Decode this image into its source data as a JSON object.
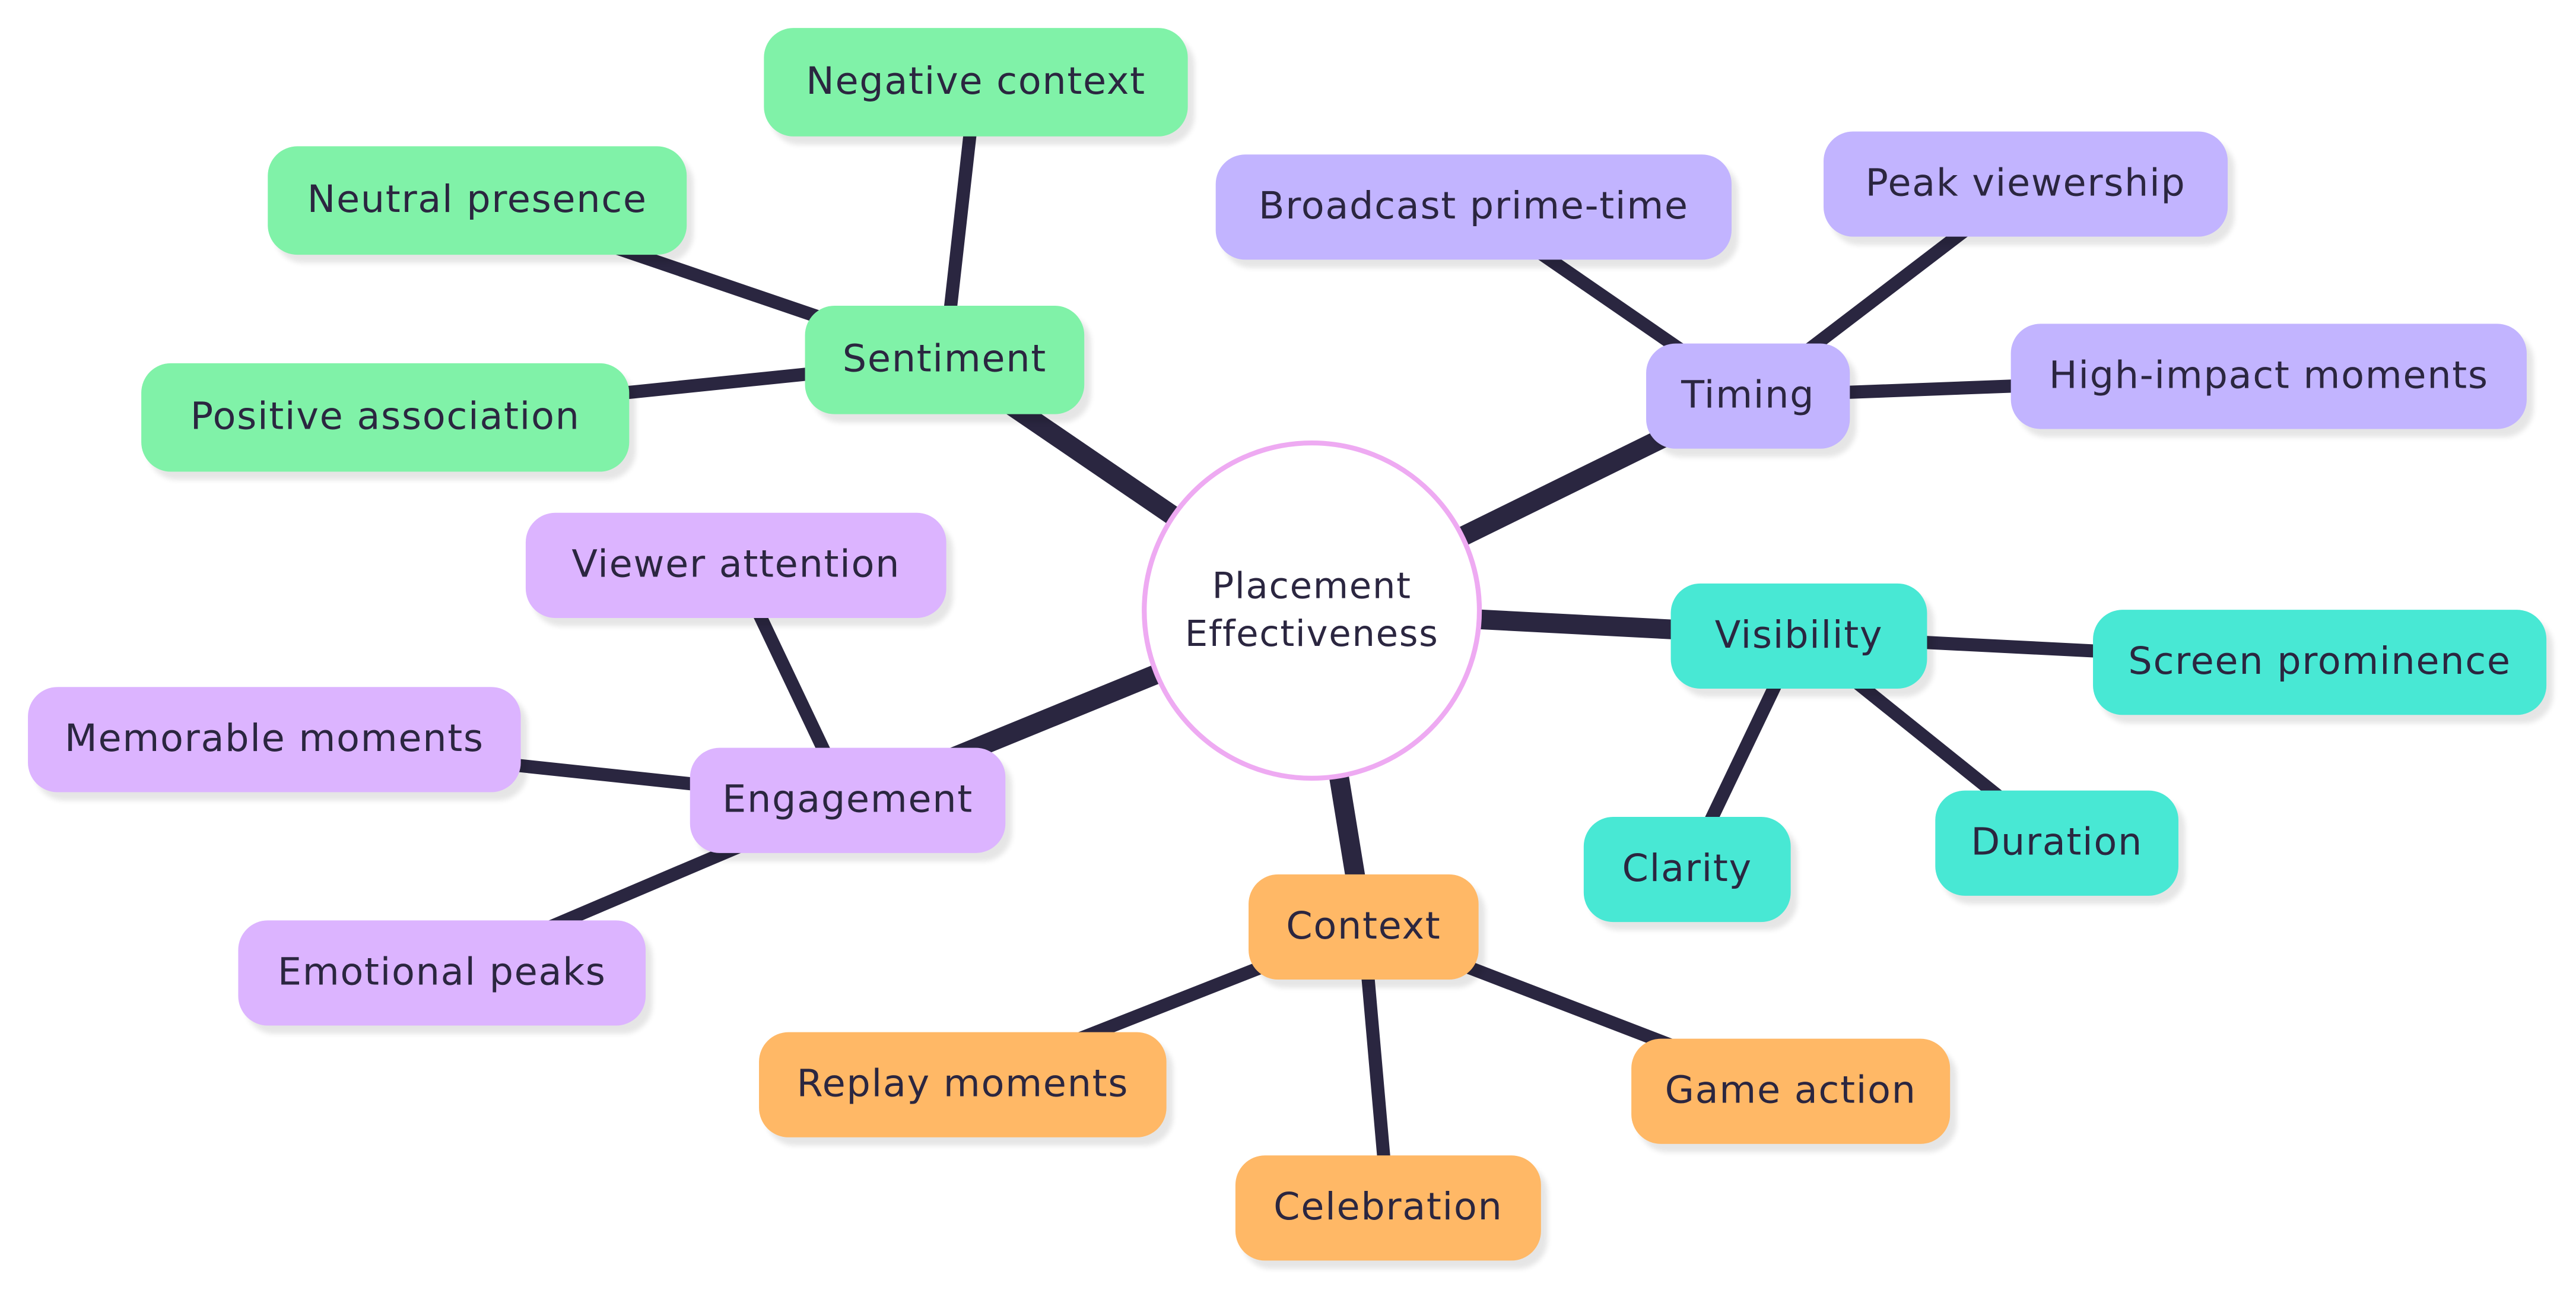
{
  "diagram": {
    "type": "mindmap",
    "edge_color": "#2a2640",
    "root": {
      "lines": [
        "Placement",
        "Effectiveness"
      ],
      "border_color": "#eeaaf2"
    },
    "branches": [
      {
        "id": "sentiment",
        "label": "Sentiment",
        "color": "#80f2a8",
        "children": [
          "Negative context",
          "Neutral presence",
          "Positive association"
        ]
      },
      {
        "id": "timing",
        "label": "Timing",
        "color": "#c2b4ff",
        "children": [
          "Broadcast prime-time",
          "Peak viewership",
          "High-impact moments"
        ]
      },
      {
        "id": "visibility",
        "label": "Visibility",
        "color": "#48e8d4",
        "children": [
          "Screen prominence",
          "Duration",
          "Clarity"
        ]
      },
      {
        "id": "context",
        "label": "Context",
        "color": "#ffb866",
        "children": [
          "Game action",
          "Celebration",
          "Replay moments"
        ]
      },
      {
        "id": "engagement",
        "label": "Engagement",
        "color": "#dcb4ff",
        "children": [
          "Viewer attention",
          "Memorable moments",
          "Emotional peaks"
        ]
      }
    ]
  }
}
